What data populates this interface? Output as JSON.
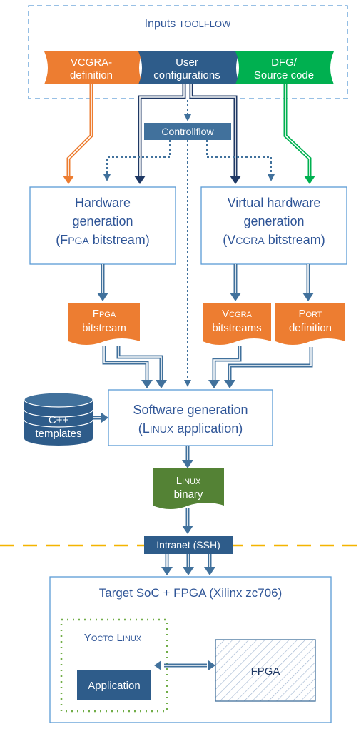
{
  "title": {
    "text": "Inputs ",
    "caps": "Toolflow"
  },
  "inputs": {
    "vcgra": {
      "line1": "VCGRA-",
      "line2": "definition"
    },
    "user": {
      "line1": "User",
      "line2": "configurations"
    },
    "dfg": {
      "line1": "DFG/",
      "line2": "Source code"
    }
  },
  "controlflow": "Controllflow",
  "hw_gen": {
    "line1": "Hardware",
    "line2": "generation",
    "line3": "(Fpga bitstream)"
  },
  "vhw_gen": {
    "line1": "Virtual hardware",
    "line2": "generation",
    "line3": "(Vcgra bitstream)"
  },
  "docs": {
    "fpga": {
      "line1": "Fpga",
      "line2": "bitstream"
    },
    "vcgra": {
      "line1": "Vcgra",
      "line2": "bitstreams"
    },
    "port": {
      "line1": "Port",
      "line2": "definition"
    },
    "linux": {
      "line1": "Linux",
      "line2": "binary"
    }
  },
  "templates": {
    "line1": "C++",
    "line2": "templates"
  },
  "sw_gen": {
    "line1": "Software generation",
    "line2": "(Linux application)"
  },
  "intranet": "Intranet (SSH)",
  "target": {
    "title": "Target SoC + FPGA (Xilinx zc706)",
    "yocto": "Yocto Linux",
    "application": "Application",
    "fpga": "FPGA"
  },
  "colors": {
    "orange": "#ED7D31",
    "blue": "#41719C",
    "dark_blue": "#1F3864",
    "green": "#00B050",
    "dark_green": "#548235",
    "light_blue_border": "#5B9BD5",
    "dashed_yellow": "#F4B400",
    "dotted_green": "#70AD47"
  }
}
